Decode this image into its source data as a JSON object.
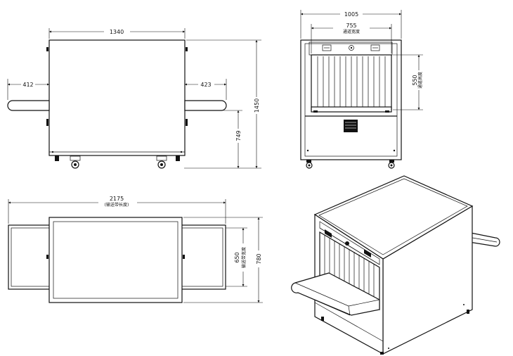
{
  "views": {
    "side": {
      "width_dim": "1340",
      "left_conveyor_dim": "412",
      "right_conveyor_dim": "423",
      "total_height_dim": "1450",
      "conveyor_height_dim": "749"
    },
    "front": {
      "width_dim": "1005",
      "tunnel_width_dim": "755",
      "tunnel_width_label": "通道宽度",
      "tunnel_height_dim": "550",
      "tunnel_height_label": "通道高度"
    },
    "top": {
      "length_dim": "2175",
      "length_label": "(输送带长度)",
      "belt_width_dim": "650",
      "belt_width_label": "输送带宽度",
      "depth_dim": "780"
    }
  }
}
